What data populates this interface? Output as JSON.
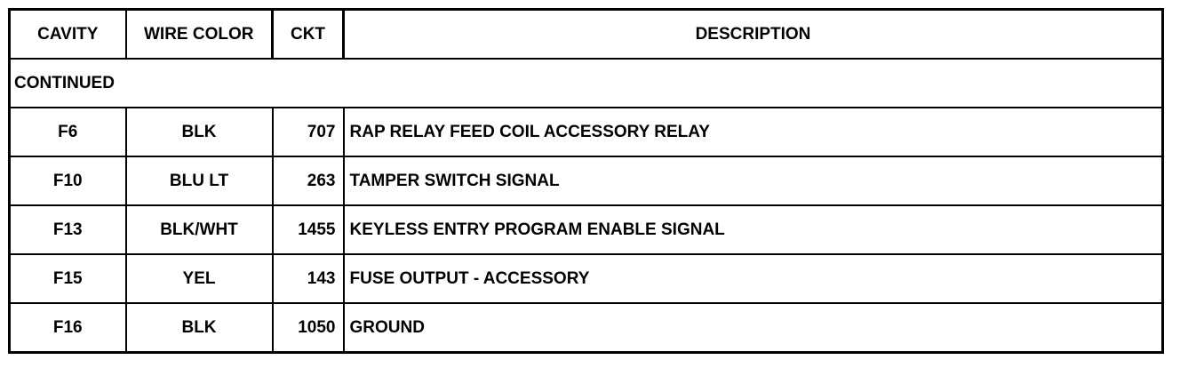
{
  "headers": {
    "cavity": "CAVITY",
    "wire_color": "WIRE COLOR",
    "ckt": "CKT",
    "description": "DESCRIPTION"
  },
  "section_label": "CONTINUED",
  "rows": [
    {
      "cavity": "F6",
      "wire_color": "BLK",
      "ckt": "707",
      "description": "RAP RELAY FEED COIL ACCESSORY RELAY"
    },
    {
      "cavity": "F10",
      "wire_color": "BLU LT",
      "ckt": "263",
      "description": "TAMPER SWITCH SIGNAL"
    },
    {
      "cavity": "F13",
      "wire_color": "BLK/WHT",
      "ckt": "1455",
      "description": "KEYLESS ENTRY PROGRAM ENABLE SIGNAL"
    },
    {
      "cavity": "F15",
      "wire_color": "YEL",
      "ckt": "143",
      "description": "FUSE OUTPUT - ACCESSORY"
    },
    {
      "cavity": "F16",
      "wire_color": "BLK",
      "ckt": "1050",
      "description": "GROUND"
    }
  ]
}
